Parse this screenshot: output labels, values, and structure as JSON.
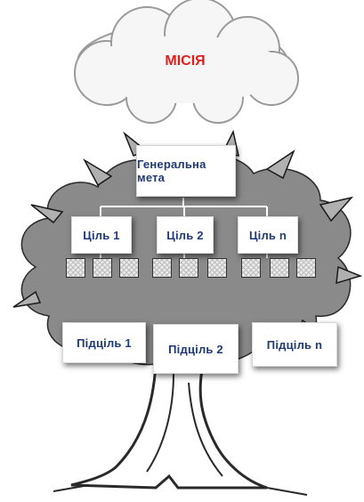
{
  "mission": "МІСІЯ",
  "general_goal": "Генеральна мета",
  "goals": [
    "Ціль 1",
    "Ціль 2",
    "Ціль n"
  ],
  "subgoals": [
    "Підціль 1",
    "Підціль 2",
    "Підціль n"
  ],
  "colors": {
    "mission_text": "#e0201c",
    "box_text": "#1f3a78",
    "foliage": "#8a8a8a",
    "trunk": "#555555"
  }
}
